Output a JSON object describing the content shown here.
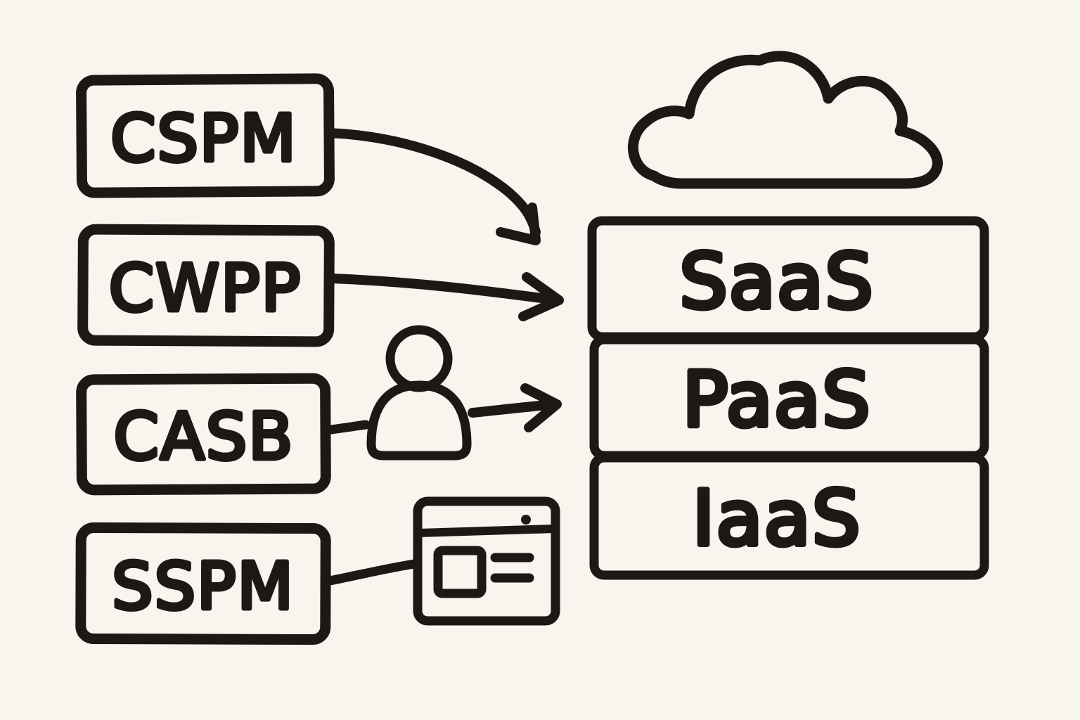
{
  "canvas": {
    "background_color": "#f8f4ee",
    "ink_color": "#1c1814"
  },
  "tool_boxes": [
    {
      "label": "CSPM"
    },
    {
      "label": "CWPP"
    },
    {
      "label": "CASB"
    },
    {
      "label": "SSPM"
    }
  ],
  "service_boxes": [
    {
      "label": "SaaS"
    },
    {
      "label": "PaaS"
    },
    {
      "label": "IaaS"
    }
  ],
  "icons": {
    "cloud": "cloud-icon",
    "user": "user-icon",
    "browser": "browser-window-icon"
  }
}
